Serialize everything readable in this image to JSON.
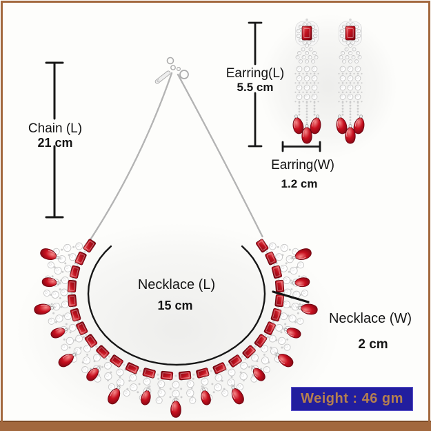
{
  "annotations": {
    "chain_length": {
      "label": "Chain (L)",
      "value": "21 cm"
    },
    "earring_length": {
      "label": "Earring(L)",
      "value": "5.5 cm"
    },
    "earring_width": {
      "label": "Earring(W)",
      "value": "1.2 cm"
    },
    "necklace_length": {
      "label": "Necklace (L)",
      "value": "15 cm"
    },
    "necklace_width": {
      "label": "Necklace (W)",
      "value": "2 cm"
    },
    "weight": {
      "label": "Weight : 46 gm"
    }
  },
  "product": {
    "items_shown": [
      "necklace with chain",
      "pair of earrings"
    ],
    "stone_color_ruby": "#c1121f",
    "metal_color_silver": "#e8e8e8"
  },
  "colors": {
    "background": "#fdfdfb",
    "frame_border": "#a2683e",
    "bottom_band": "#a2683e",
    "bottom_band_edge": "#7c4a26",
    "measure_line": "#161616",
    "text": "#141414",
    "weight_box_bg": "#221e9e",
    "weight_box_border": "#5a52c8",
    "weight_text": "#b57f4f"
  }
}
